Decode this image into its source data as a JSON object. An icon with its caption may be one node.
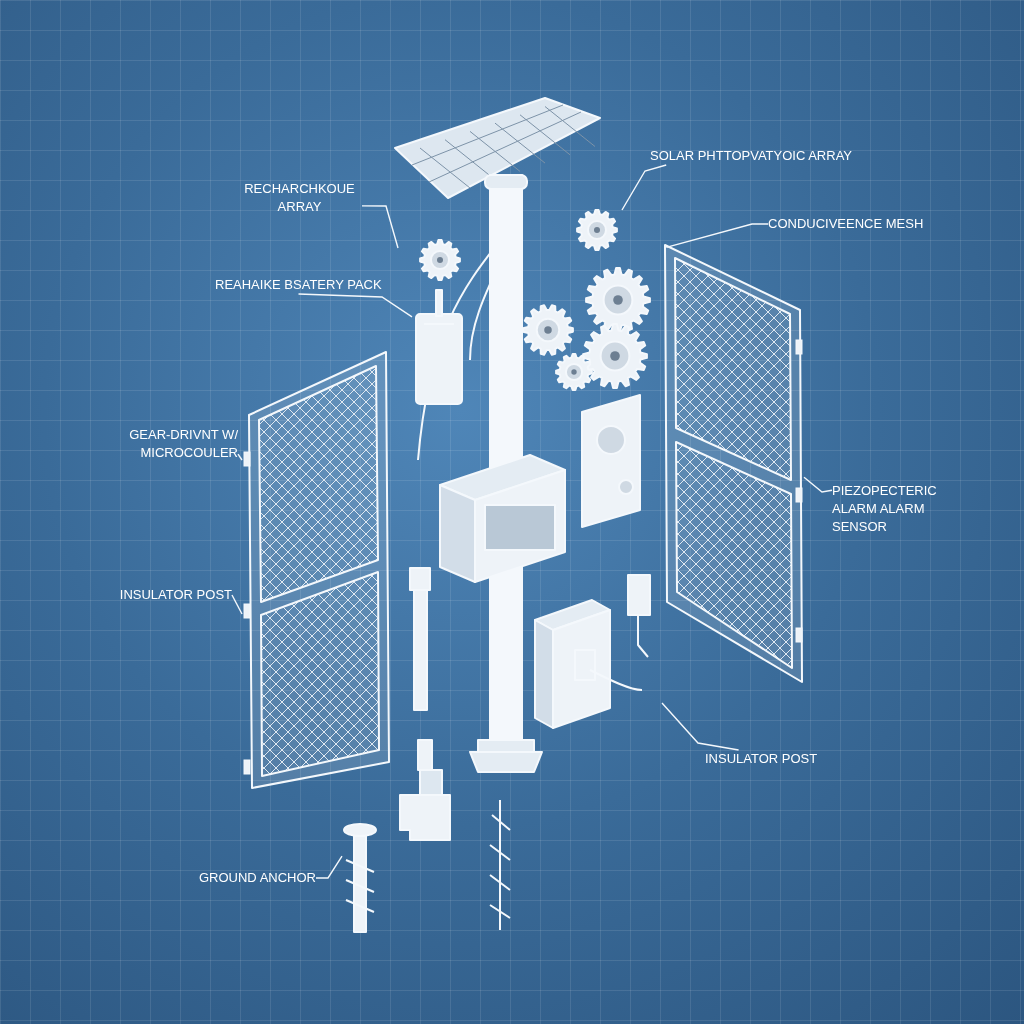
{
  "diagram": {
    "nodes": [
      {
        "text": [
          "RECHARCHKOUE ARRAY"
        ]
      },
      {
        "text": [
          "SOLAR PHTTOPVATYOIC ARRAY"
        ]
      },
      {
        "text": [
          "CONDUCIVEENCE MESH"
        ]
      },
      {
        "text": [
          "REAHAIKE BSATERY PACK"
        ]
      },
      {
        "text": [],
        "shape": "picture"
      },
      {
        "text": [],
        "shape": "picture"
      },
      {
        "text": [],
        "shape": "picture"
      },
      {
        "text": [
          "GEAR-DRIVNT W/ MICROCOULER"
        ]
      },
      {
        "text": [
          "PIEZOPECTERIC ALARM ALARM SENSOR"
        ]
      },
      {
        "text": [
          "INSULATOR POST"
        ]
      },
      {
        "text": [
          "INSULATOR POST"
        ]
      },
      {
        "text": [
          "GROUND ANCHOR"
        ]
      },
      {
        "text": [],
        "shape": "picture"
      }
    ],
    "edges": [
      {
        "from": 0,
        "to": null,
        "arrow": "none"
      },
      {
        "from": 1,
        "to": null,
        "arrow": "none"
      },
      {
        "from": 2,
        "to": 6,
        "arrow": "none"
      },
      {
        "from": 3,
        "to": 4,
        "arrow": "none"
      },
      {
        "from": 7,
        "to": 5,
        "arrow": "none"
      },
      {
        "from": 8,
        "to": 6,
        "arrow": "none"
      },
      {
        "from": 9,
        "to": 5,
        "arrow": "none"
      },
      {
        "from": 10,
        "to": null,
        "arrow": "none"
      },
      {
        "from": 11,
        "to": 12,
        "arrow": "none"
      }
    ]
  }
}
